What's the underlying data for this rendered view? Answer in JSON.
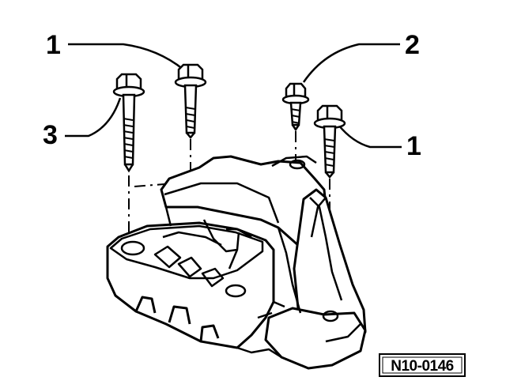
{
  "callouts": [
    {
      "number": "1",
      "part": "bolt"
    },
    {
      "number": "2",
      "part": "bolt"
    },
    {
      "number": "3",
      "part": "bolt"
    },
    {
      "number": "1",
      "part": "bolt"
    }
  ],
  "reference_code": "N10-0146",
  "colors": {
    "ink": "#000000",
    "paper": "#ffffff"
  }
}
